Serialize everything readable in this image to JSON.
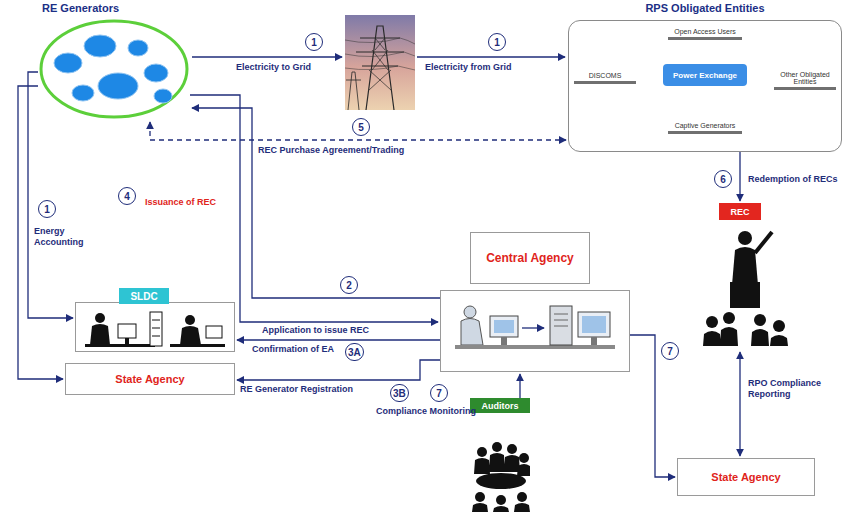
{
  "diagram": {
    "nodes": [
      {
        "text": [
          "RE Generators"
        ]
      },
      {
        "text": [
          "RPS Obligated Entities"
        ]
      },
      {
        "text": [
          "Open Access Users"
        ],
        "in": 1
      },
      {
        "text": [
          "DISCOMS"
        ],
        "in": 1
      },
      {
        "text": [
          "Power Exchange"
        ],
        "in": 1
      },
      {
        "text": [
          "Other Obligated Entities"
        ],
        "in": 1
      },
      {
        "text": [
          "Captive Generators"
        ],
        "in": 1
      },
      {
        "text": [
          "Central Agency"
        ]
      },
      {
        "text": [
          "SLDC"
        ]
      },
      {
        "text": [
          "REC"
        ]
      },
      {
        "text": [
          "State Agency"
        ]
      },
      {
        "text": [
          "Auditors"
        ]
      },
      {
        "text": [
          "State Agency"
        ]
      }
    ],
    "edges": [
      {
        "from": 0,
        "to": 7,
        "label": "Application to issue REC",
        "arrow": "to"
      },
      {
        "from": 7,
        "to": 0,
        "label": "Issuance of REC",
        "arrow": "to"
      },
      {
        "from": 7,
        "to": 8,
        "label": "Confirmation of EA",
        "arrow": "to"
      },
      {
        "from": 7,
        "to": 10,
        "label": "RE Generator Registration",
        "arrow": "to"
      },
      {
        "from": 0,
        "to": 8,
        "label": "Energy Accounting",
        "arrow": "to"
      },
      {
        "from": 0,
        "to": 10,
        "arrow": "to"
      },
      {
        "from": 0,
        "to": 1,
        "label": "REC Purchase Agreement/Trading",
        "arrow": "both"
      },
      {
        "from": 1,
        "to": 9,
        "label": "Redemption of RECs",
        "arrow": "to"
      },
      {
        "from": 9,
        "to": 12,
        "label": "RPO Compliance Reporting",
        "arrow": "both"
      },
      {
        "from": 7,
        "to": 12,
        "arrow": "to"
      },
      {
        "from": 11,
        "to": 7,
        "label": "Compliance Monitoring",
        "arrow": "to"
      },
      {
        "from": 4,
        "to": 2,
        "arrow": "to"
      },
      {
        "from": 4,
        "to": 3,
        "arrow": "to"
      },
      {
        "from": 4,
        "to": 5,
        "arrow": "to"
      },
      {
        "from": 4,
        "to": 6,
        "arrow": "to"
      }
    ],
    "labels": [
      "1",
      "Electricity to Grid",
      "1",
      "Electricity from Grid",
      "5",
      "4",
      "1",
      "2",
      "3A",
      "6",
      "3B",
      "7",
      "7"
    ]
  }
}
